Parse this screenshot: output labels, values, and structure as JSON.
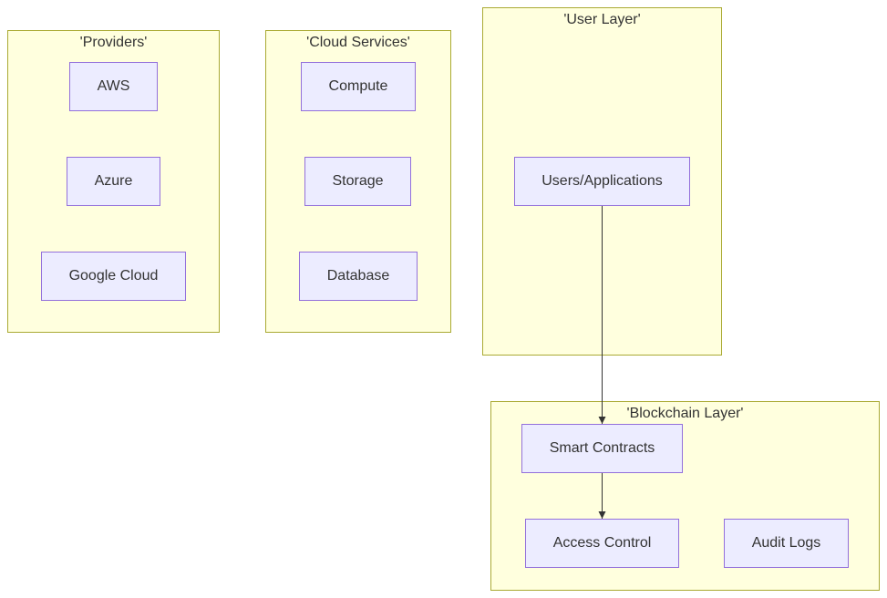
{
  "diagram": {
    "clusters": {
      "providers": {
        "title": "'Providers'"
      },
      "cloud_services": {
        "title": "'Cloud Services'"
      },
      "user_layer": {
        "title": "'User Layer'"
      },
      "blockchain_layer": {
        "title": "'Blockchain Layer'"
      }
    },
    "nodes": {
      "aws": "AWS",
      "azure": "Azure",
      "google_cloud": "Google Cloud",
      "compute": "Compute",
      "storage": "Storage",
      "database": "Database",
      "users_applications": "Users/Applications",
      "smart_contracts": "Smart Contracts",
      "access_control": "Access Control",
      "audit_logs": "Audit Logs"
    },
    "edges": [
      {
        "from": "Users/Applications",
        "to": "Smart Contracts"
      },
      {
        "from": "Smart Contracts",
        "to": "Access Control"
      }
    ],
    "colors": {
      "cluster_fill": "#ffffde",
      "cluster_border": "#aaaa33",
      "node_fill": "#ececff",
      "node_border": "#9370db",
      "edge": "#333333",
      "text": "#333333"
    }
  }
}
